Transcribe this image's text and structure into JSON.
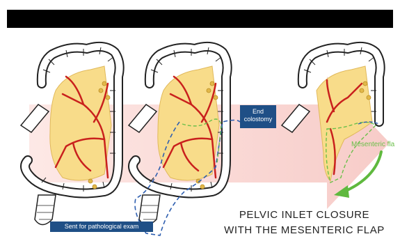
{
  "labels": {
    "sent_for_exam": "Sent for pathological exam",
    "end_colostomy": [
      "End",
      "colostomy"
    ],
    "mesenteric_flap": "Mesenteric fla",
    "title_lines": [
      "PELVIC INLET CLOSURE",
      "WITH THE MESENTERIC FLAP"
    ]
  },
  "colors": {
    "arrow": "#f8d2cf",
    "label_box": "#1f4f86",
    "flap_green": "#6bbf4a",
    "vessel_red": "#c9201d",
    "mesentery_yellow": "#f8dc8a",
    "dashed_blue": "#2f5fb0"
  }
}
